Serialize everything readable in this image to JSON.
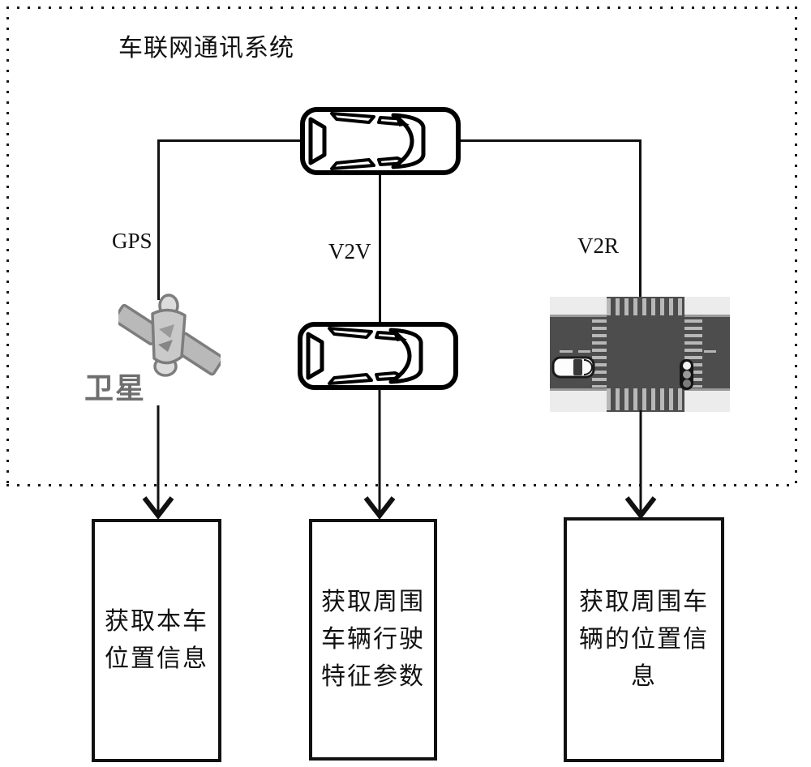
{
  "title": "车联网通讯系统",
  "connections": {
    "gps": "GPS",
    "v2v": "V2V",
    "v2r": "V2R"
  },
  "satellite_caption": "卫星",
  "boxes": {
    "own_position": {
      "text": "获取本车位置信息",
      "lines": [
        "获取本车",
        "位置信息"
      ]
    },
    "surrounding_driving": {
      "text": "获取周围车辆行驶特征参数",
      "lines": [
        "获取周围",
        "车辆行驶",
        "特征参数"
      ]
    },
    "surrounding_position": {
      "text": "获取周围车辆的位置信息",
      "lines": [
        "获取周围车",
        "辆的位置信",
        "息"
      ]
    }
  },
  "icons": {
    "ego_vehicle": "car-top-view-icon",
    "peer_vehicle": "car-top-view-icon",
    "gps_source": "satellite-icon",
    "roadside_unit": "road-intersection-image",
    "roadside_elements": [
      "white-car-icon",
      "traffic-light-icon",
      "crosswalk-stripes"
    ]
  },
  "colors": {
    "line": "#111111",
    "text": "#111111",
    "satellite_gray": "#b9b9b9",
    "caption_gray": "#6e6e6e",
    "road": "#4d4d4d",
    "crosswalk_stripe": "#b8b8b8",
    "background": "#ffffff"
  }
}
